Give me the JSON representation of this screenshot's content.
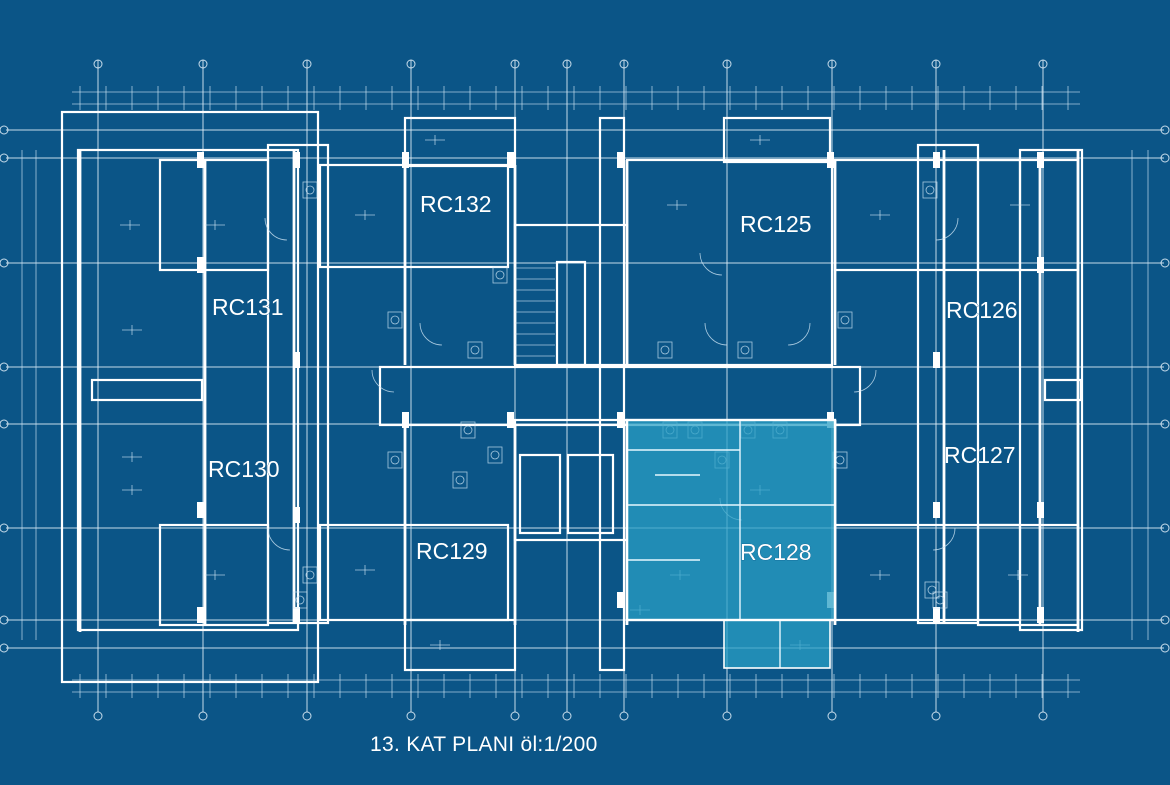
{
  "plan": {
    "title": "13. KAT PLANI  öl:1/200",
    "highlight_color": "#2a9fc4",
    "background_color": "#0b5587",
    "units": [
      {
        "id": "rc132",
        "label": "RC132"
      },
      {
        "id": "rc125",
        "label": "RC125"
      },
      {
        "id": "rc131",
        "label": "RC131"
      },
      {
        "id": "rc126",
        "label": "RC126"
      },
      {
        "id": "rc130",
        "label": "RC130"
      },
      {
        "id": "rc127",
        "label": "RC127"
      },
      {
        "id": "rc129",
        "label": "RC129"
      },
      {
        "id": "rc128",
        "label": "RC128",
        "highlighted": true
      }
    ]
  }
}
